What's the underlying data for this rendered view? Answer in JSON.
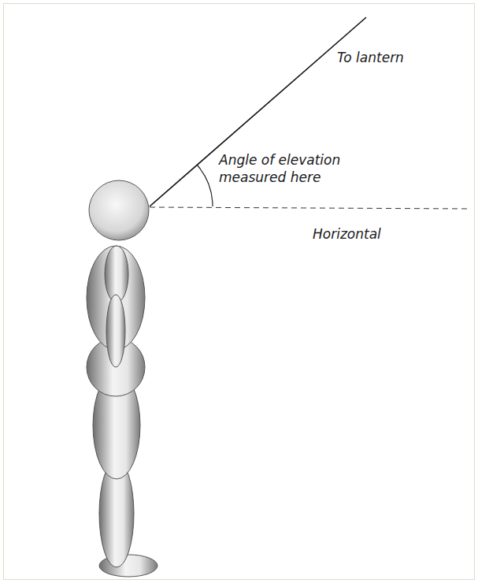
{
  "diagram": {
    "labels": [
      "To lantern",
      "Angle of elevation measured here",
      "Horizontal"
    ]
  }
}
